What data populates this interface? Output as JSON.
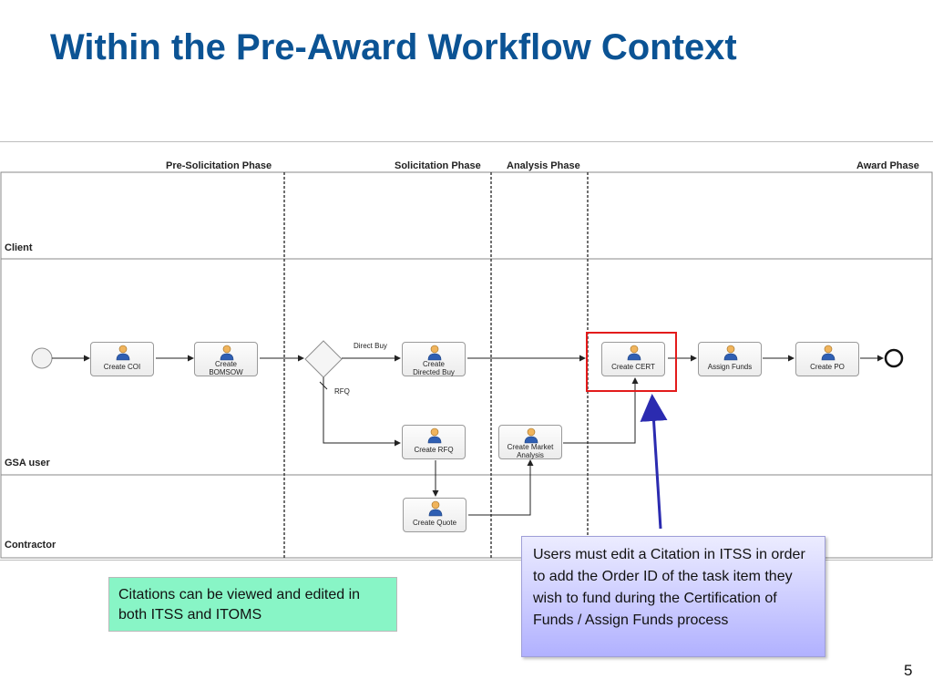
{
  "slide": {
    "title": "Within the Pre-Award Workflow Context",
    "page_number": "5"
  },
  "diagram": {
    "phases": [
      "Pre-Solicitation Phase",
      "Solicitation Phase",
      "Analysis Phase",
      "Award Phase"
    ],
    "lanes": [
      "Client",
      "GSA user",
      "Contractor"
    ],
    "tasks": {
      "create_coi": "Create COI",
      "create_bomsow": [
        "Create",
        "BOMSOW"
      ],
      "create_directed_buy": [
        "Create",
        "Directed Buy"
      ],
      "create_cert": "Create CERT",
      "assign_funds": "Assign Funds",
      "create_po": "Create PO",
      "create_rfq": "Create RFQ",
      "create_market_analysis": [
        "Create Market",
        "Analysis"
      ],
      "create_quote": "Create Quote"
    },
    "gateway_labels": {
      "direct_buy": "Direct Buy",
      "rfq": "RFQ"
    },
    "colors": {
      "highlight": "#e31b1b",
      "callout_arrow": "#2b2bb0"
    },
    "icons": [
      "user-icon",
      "exclusive-gateway-icon",
      "start-event-icon",
      "end-event-icon"
    ]
  },
  "notes": {
    "green": "Citations can be viewed and edited in both ITSS and ITOMS",
    "blue": "Users must edit a Citation in ITSS in order to add the Order ID of the task item they wish to fund during the Certification of Funds / Assign Funds process",
    "green_color": "#88f5c6",
    "blue_color": "#b1b1ff"
  }
}
